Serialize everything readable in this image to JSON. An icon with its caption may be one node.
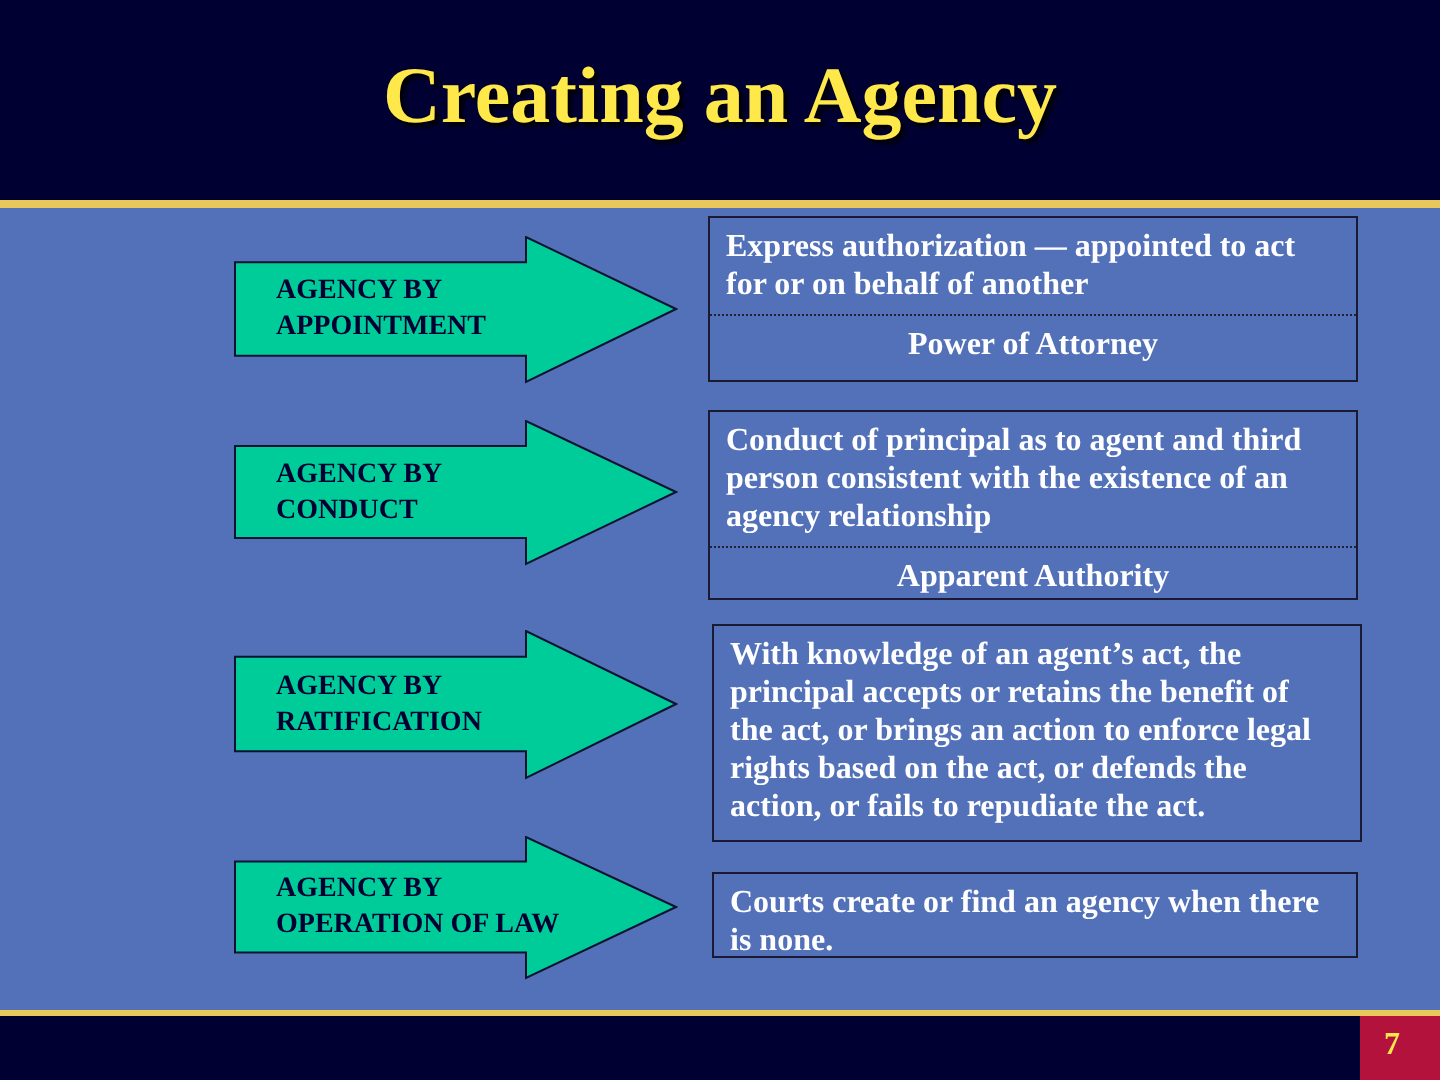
{
  "diagram": {
    "title": "Creating an Agency",
    "nodes": [
      {
        "text": [
          "AGENCY BY APPOINTMENT"
        ]
      },
      {
        "text": [
          "Express authorization — appointed to act for or on behalf of another",
          "Power of Attorney"
        ]
      },
      {
        "text": [
          "AGENCY BY CONDUCT"
        ]
      },
      {
        "text": [
          "Conduct of principal as to agent and third person consistent with the existence of an agency relationship",
          "Apparent Authority"
        ]
      },
      {
        "text": [
          "AGENCY BY RATIFICATION"
        ]
      },
      {
        "text": [
          "With knowledge of an agent’s act, the principal accepts or retains the benefit of the act, or brings an action to enforce legal rights based on the act, or defends the action, or fails to repudiate the act."
        ]
      },
      {
        "text": [
          "AGENCY BY OPERATION OF LAW"
        ]
      },
      {
        "text": [
          "Courts create or find an agency when there is none."
        ]
      }
    ],
    "labels": [
      "7"
    ]
  }
}
